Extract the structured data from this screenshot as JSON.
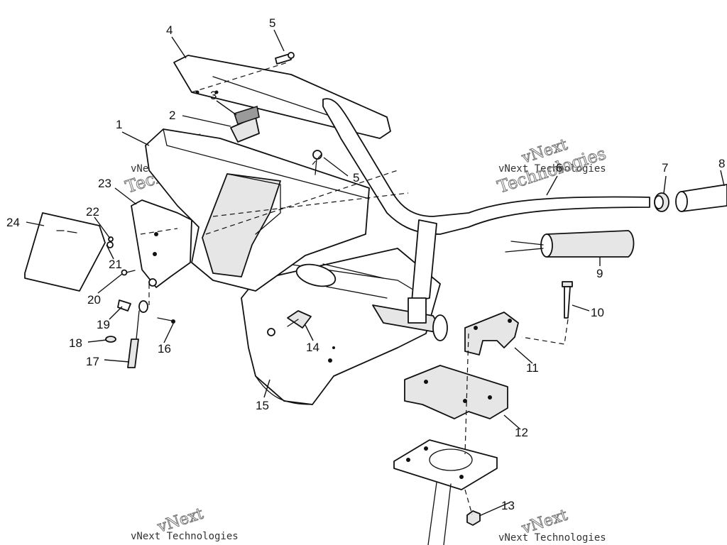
{
  "diagram": {
    "callouts": [
      "1",
      "2",
      "3",
      "4",
      "5",
      "5",
      "6",
      "7",
      "8",
      "9",
      "10",
      "11",
      "12",
      "13",
      "14",
      "15",
      "16",
      "17",
      "18",
      "19",
      "20",
      "21",
      "22",
      "23",
      "24"
    ],
    "watermark": {
      "brand": "vNext",
      "line": "vNext Technologies",
      "word": "Technologies"
    }
  }
}
